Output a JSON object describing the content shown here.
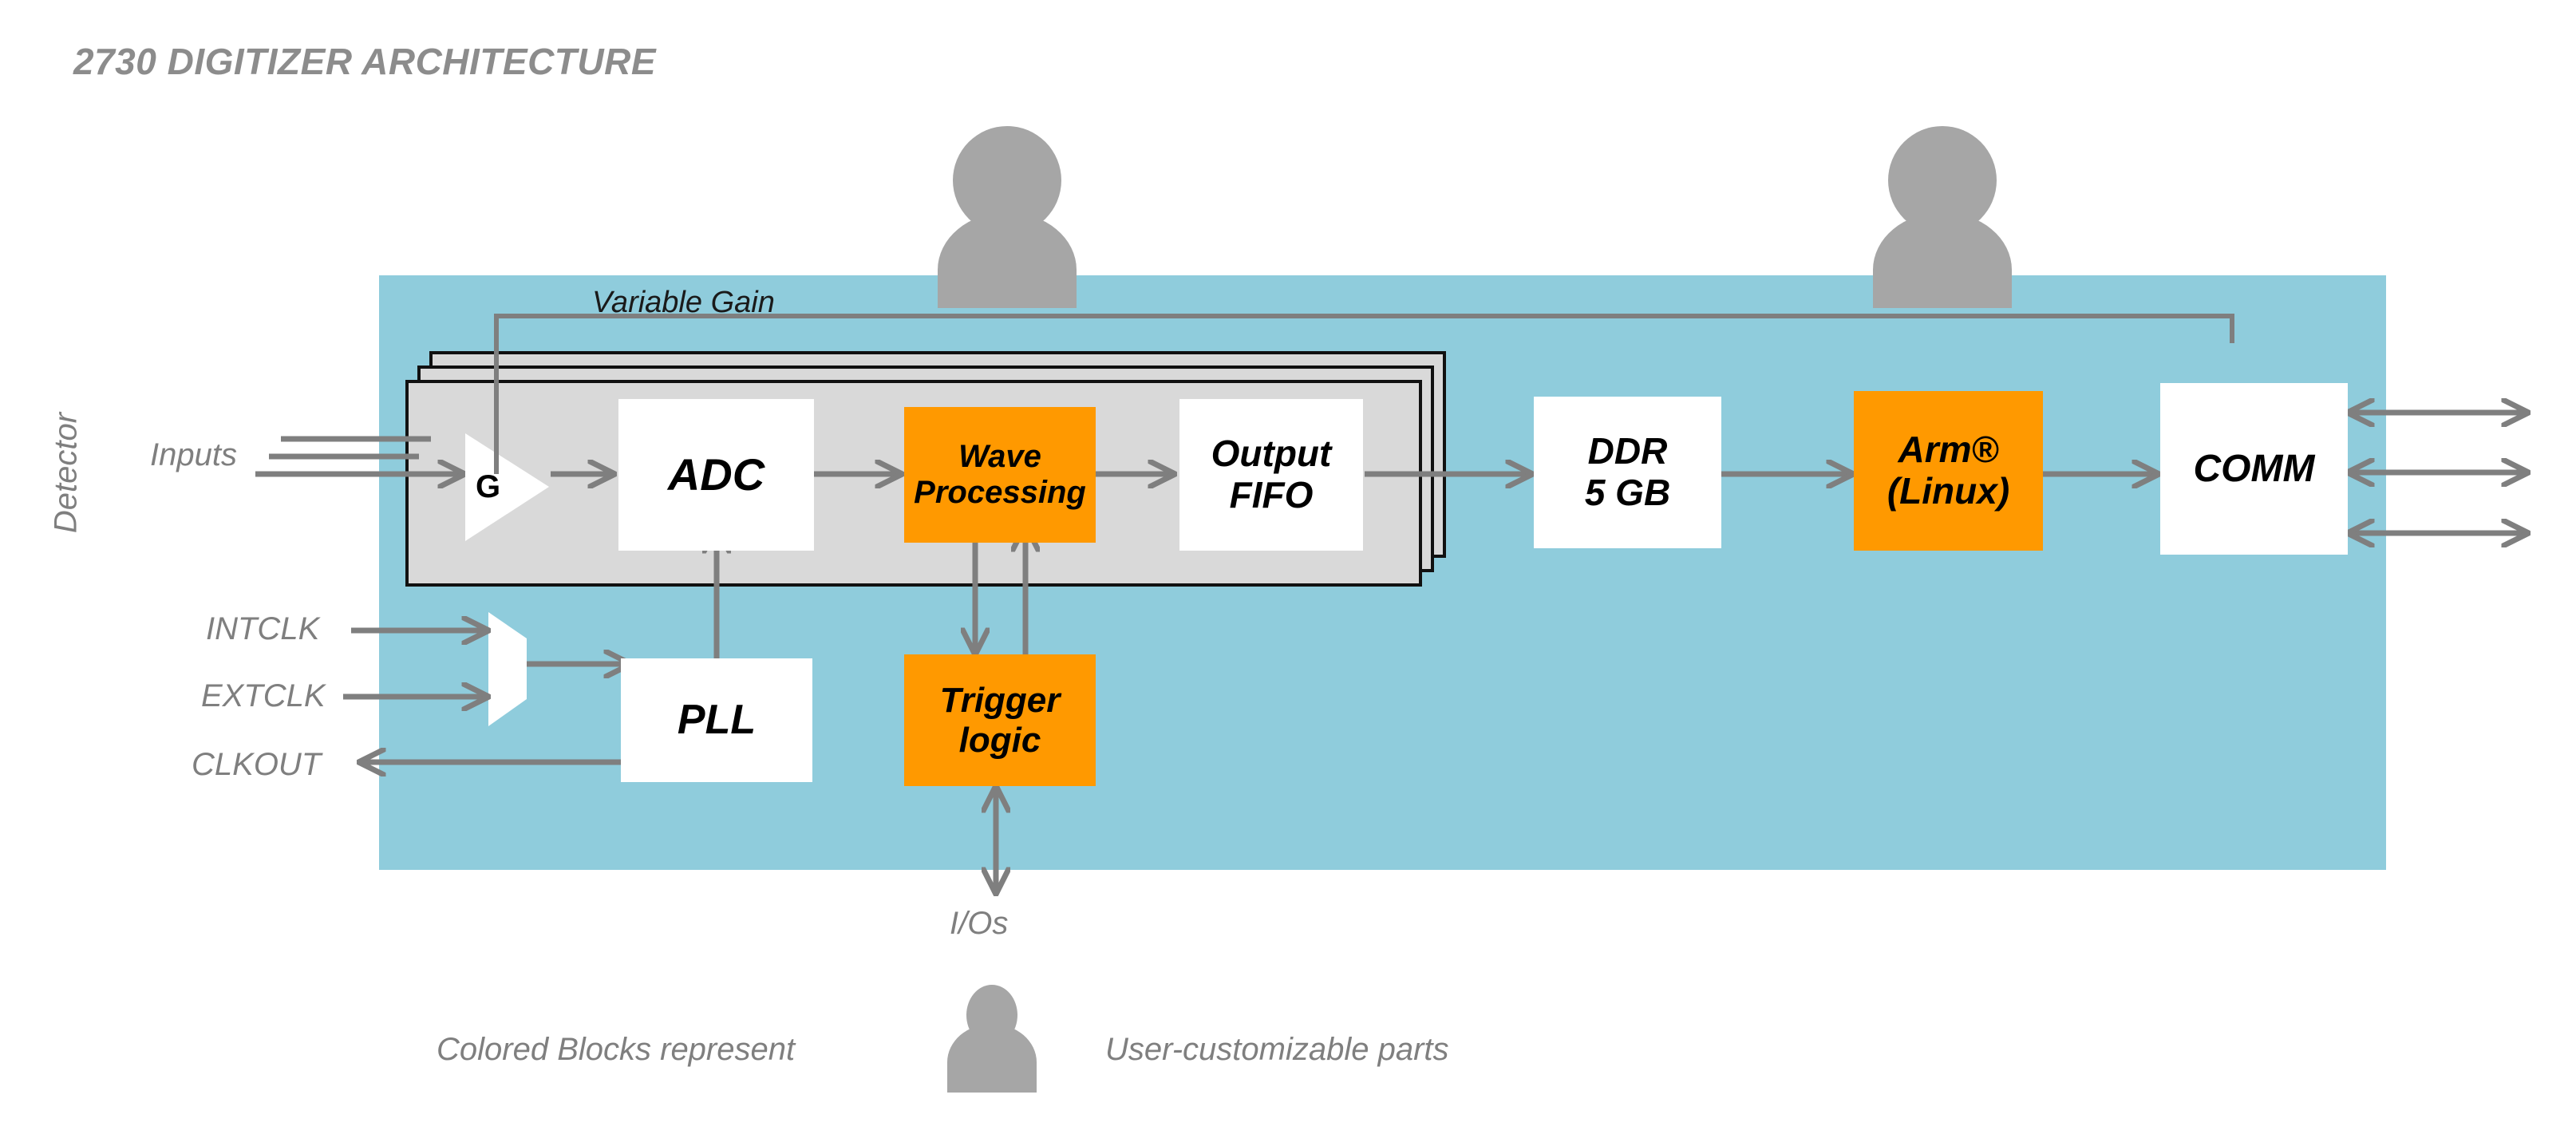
{
  "title": "2730 DIGITIZER ARCHITECTURE",
  "colors": {
    "panel_blue": "#8FCCDC",
    "card_gray": "#D9D9D9",
    "accent_orange": "#FF9900",
    "line_gray": "#7F7F7F",
    "text_gray": "#7F7F7F",
    "block_white": "#FFFFFF"
  },
  "labels": {
    "detector": "Detector",
    "inputs": "Inputs",
    "variable_gain": "Variable Gain",
    "intclk": "INTCLK",
    "extclk": "EXTCLK",
    "clkout": "CLKOUT",
    "ios": "I/Os"
  },
  "blocks": {
    "amp": {
      "label": "G",
      "kind": "triangle-amplifier",
      "fill": "white"
    },
    "adc": {
      "label": "ADC",
      "fill": "white"
    },
    "wave_processing": {
      "line1": "Wave",
      "line2": "Processing",
      "fill": "orange"
    },
    "output_fifo": {
      "line1": "Output",
      "line2": "FIFO",
      "fill": "white"
    },
    "ddr": {
      "line1": "DDR",
      "line2": "5 GB",
      "fill": "white"
    },
    "arm": {
      "line1": "Arm®",
      "line2": "(Linux)",
      "fill": "orange"
    },
    "comm": {
      "label": "COMM",
      "fill": "white"
    },
    "pll": {
      "label": "PLL",
      "fill": "white"
    },
    "trigger_logic": {
      "line1": "Trigger",
      "line2": "logic",
      "fill": "orange"
    },
    "clock_mux": {
      "label": "",
      "kind": "trapezoid-mux",
      "fill": "white"
    }
  },
  "legend": {
    "left_text": "Colored Blocks represent",
    "icon": "person-icon",
    "right_text": "User-customizable parts"
  },
  "channel_stack": {
    "layers": 3
  }
}
